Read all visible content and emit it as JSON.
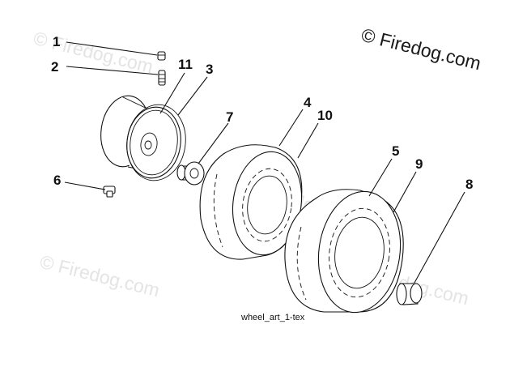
{
  "watermark": {
    "main": "© Firedog.com",
    "faint": [
      "© Firedog.com",
      "© Firedog.com",
      "© Firedog.com",
      "© Firedog.com"
    ]
  },
  "caption": "wheel_art_1-tex",
  "callouts": [
    "1",
    "2",
    "11",
    "3",
    "7",
    "4",
    "10",
    "5",
    "9",
    "6",
    "8"
  ]
}
